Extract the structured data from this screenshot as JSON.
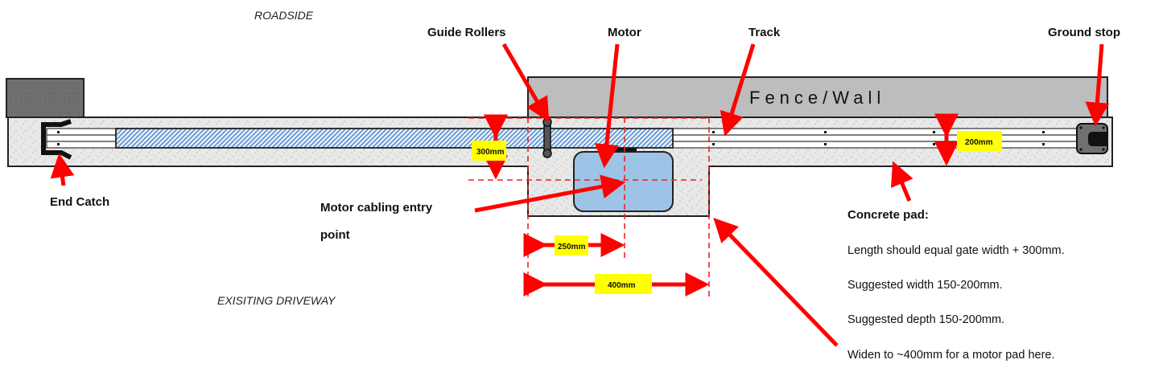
{
  "regions": {
    "roadside": "ROADSIDE",
    "driveway": "EXISITING DRIVEWAY"
  },
  "callouts": {
    "guide_rollers": "Guide Rollers",
    "motor": "Motor",
    "track": "Track",
    "ground_stop": "Ground stop",
    "end_catch": "End Catch",
    "motor_cabling_line1": "Motor cabling entry",
    "motor_cabling_line2": "point"
  },
  "structures": {
    "fence_wall": "Fence/Wall"
  },
  "dimensions": {
    "pad_width": "300mm",
    "track_gap": "200mm",
    "motor_offset": "250mm",
    "motor_pad_width": "400mm"
  },
  "notes": {
    "heading": "Concrete pad:",
    "items": [
      "Length should equal  gate width + 300mm.",
      "Suggested width 150-200mm.",
      "Suggested depth 150-200mm.",
      "Widen to ~400mm for a motor pad here."
    ]
  },
  "colors": {
    "arrow": "#ff0000",
    "dimension_label_bg": "#ffff00",
    "gate_fill": "#9dc3e6",
    "motor_fill": "#9dc3e6",
    "fence_fill": "#bfbfbf",
    "post_fill": "#6e6e6e",
    "concrete_fill": "#e6e6e6"
  }
}
